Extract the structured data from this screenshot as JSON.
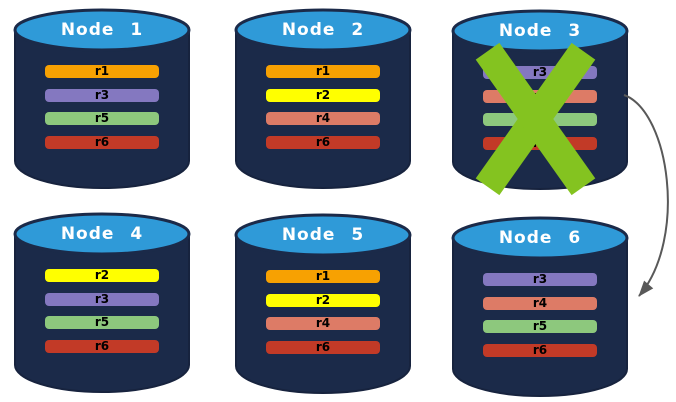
{
  "diagram": {
    "nodes": [
      {
        "title": "Node 1",
        "replicas": [
          "r1",
          "r3",
          "r5",
          "r6"
        ],
        "failed": false
      },
      {
        "title": "Node 2",
        "replicas": [
          "r1",
          "r2",
          "r4",
          "r6"
        ],
        "failed": false
      },
      {
        "title": "Node 3",
        "replicas": [
          "r3",
          "r4",
          "r5",
          "r6"
        ],
        "failed": true
      },
      {
        "title": "Node 4",
        "replicas": [
          "r2",
          "r3",
          "r5",
          "r6"
        ],
        "failed": false
      },
      {
        "title": "Node 5",
        "replicas": [
          "r1",
          "r2",
          "r4",
          "r6"
        ],
        "failed": false
      },
      {
        "title": "Node 6",
        "replicas": [
          "r3",
          "r4",
          "r5",
          "r6"
        ],
        "failed": false
      }
    ],
    "arrow": {
      "from_node": "Node 3",
      "to_node": "Node 6"
    },
    "failure_marker": "x-mark",
    "colors": {
      "cylinder_body": "#1B2A49",
      "cylinder_border": "#17233E",
      "cylinder_top": "#2F9AD8",
      "title_text": "#FFFFFF",
      "bar_text": "#000000",
      "failure_x": "#84C320",
      "arrow_gray": "#595959",
      "replica_colors": {
        "r1": "#F7A102",
        "r2": "#FFFF00",
        "r3": "#8478C0",
        "r4": "#DD7B66",
        "r5": "#8DC87D",
        "r6": "#C23A27"
      }
    }
  }
}
